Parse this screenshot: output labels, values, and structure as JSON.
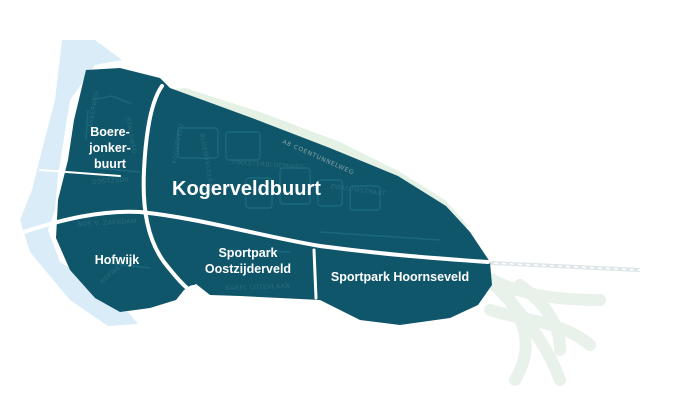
{
  "districts": {
    "boerejonker": [
      "Boere-",
      "jonker-",
      "buurt"
    ],
    "kogerveld": "Kogerveldbuurt",
    "hofwijk": "Hofwijk",
    "oostzijderveld": [
      "Sportpark",
      "Oostzijderveld"
    ],
    "hoornseveld": "Sportpark Hoornseveld"
  },
  "roads": {
    "a8": "A8 COENTUNNELWEG"
  },
  "streets": {
    "pinksterbloemweg": "PINKSTERBLOEMWEG",
    "zaendam": "NOF V. ZAENDAM",
    "lotevlaan": "KAREL LOTEVLAAN",
    "akkerweg": "AKKERWEG",
    "hofweg": "HOFWEG",
    "stalsweg": "STALSWEG",
    "kogersveld": "KOGERVELD",
    "bloemveld": "BLOEMVELDLAAN",
    "leeuwerik": "ZWALUWSTRAAT",
    "oostzijde": "OOSTZIJDE"
  },
  "colors": {
    "district": "#10566b",
    "water": "#d9ecf7",
    "green": "#e4f1e4",
    "white": "#ffffff"
  }
}
